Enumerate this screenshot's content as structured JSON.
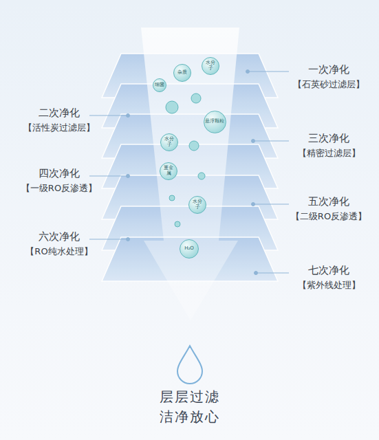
{
  "diagram": {
    "caption": "层层过滤 洁净放心",
    "nodes": [
      {
        "text": [
          "水分子"
        ]
      },
      {
        "text": [
          "杂质"
        ]
      },
      {
        "text": [
          "细菌"
        ]
      },
      {
        "text": [
          "悬浮颗粒"
        ]
      },
      {
        "text": [
          "水分子"
        ]
      },
      {
        "text": [
          "重金属"
        ]
      },
      {
        "text": [
          "水分子"
        ]
      },
      {
        "text": [
          "H₂O"
        ]
      }
    ],
    "edges": [],
    "labels": [
      "一次净化",
      "【石英砂过滤层】",
      "二次净化",
      "【活性炭过滤层】",
      "三次净化",
      "【精密过滤层】",
      "四次净化",
      "【一级RO反渗透】",
      "五次净化",
      "【二级RO反渗透】",
      "六次净化",
      "【RO纯水处理】",
      "七次净化",
      "【紫外线处理】"
    ]
  }
}
